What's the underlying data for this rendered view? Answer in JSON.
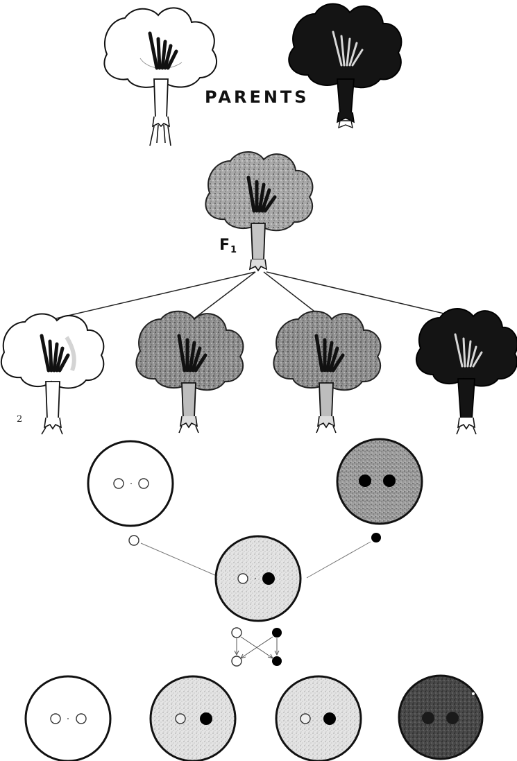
{
  "labels": {
    "parents": "PARENTS",
    "f1_main": "F",
    "f1_sub": "1",
    "figure_number": "2"
  },
  "colors": {
    "white_flower": "#ffffff",
    "dark_flower": "#141414",
    "pink_flower": "#8c8c8c",
    "f1_flower": "#9a9a9a",
    "light_gray_cell": "#dcdcdc",
    "dark_gray_cell": "#8a8a8a",
    "darkest_cell": "#3c3c3c"
  },
  "icons": {
    "flower": "flower-icon",
    "cell": "cell-icon",
    "gene_white": "open-circle-icon",
    "gene_dark": "filled-circle-icon"
  }
}
